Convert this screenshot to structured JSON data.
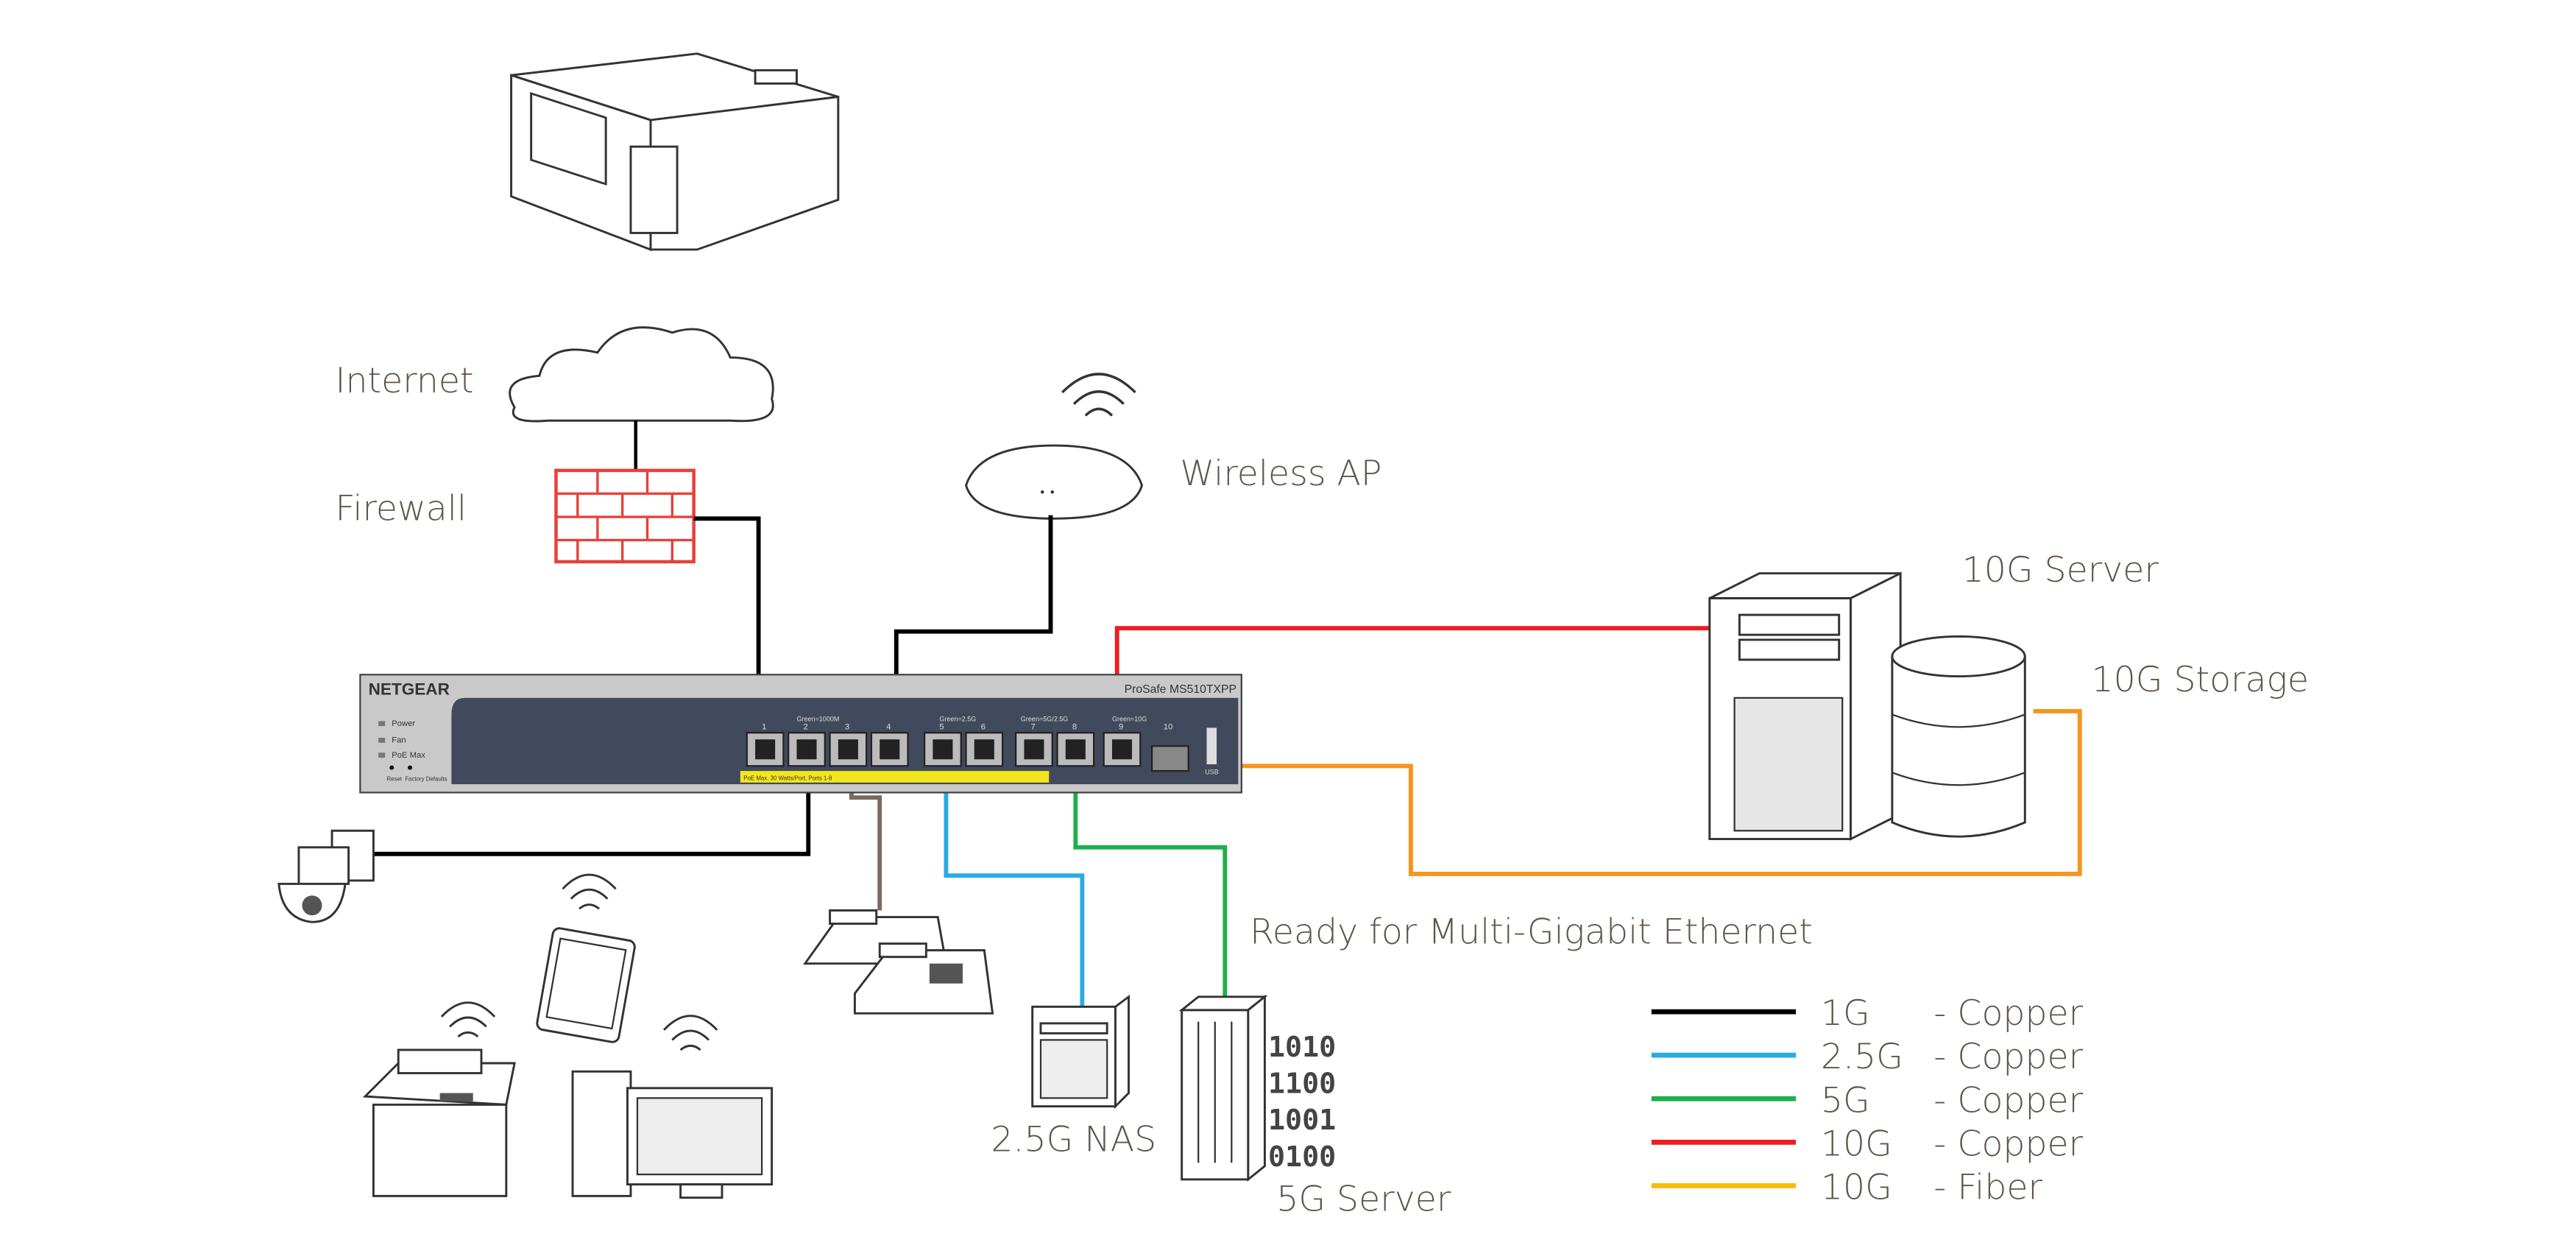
{
  "labels": {
    "internet": "Internet",
    "firewall": "Firewall",
    "wireless_ap": "Wireless AP",
    "server_10g": "10G Server",
    "storage_10g": "10G Storage",
    "multigig": "Ready for Multi-Gigabit Ethernet",
    "nas": "2.5G NAS",
    "server_5g": "5G Server"
  },
  "binary": [
    "1010",
    "1100",
    "1001",
    "0100"
  ],
  "switch": {
    "brand": "NETGEAR",
    "model": "ProSafe MS510TXPP",
    "leds": [
      "Power",
      "Fan",
      "PoE Max"
    ],
    "reset": "Reset",
    "factory": "Factory Defaults",
    "ports": [
      "1",
      "2",
      "3",
      "4",
      "5",
      "6",
      "7",
      "8",
      "9",
      "10"
    ],
    "usb": "USB",
    "group_labels": [
      "Green=1000M",
      "Green=2.5G",
      "Green=5G/2.5G",
      "Green=10G"
    ],
    "poe_strip": "PoE Max. 30 Watts/Port, Ports 1-8"
  },
  "legend": [
    {
      "speed": "1G",
      "medium": "- Copper",
      "color": "#000000"
    },
    {
      "speed": "2.5G",
      "medium": "- Copper",
      "color": "#29abe2"
    },
    {
      "speed": "5G",
      "medium": "- Copper",
      "color": "#1db04b"
    },
    {
      "speed": "10G",
      "medium": "- Copper",
      "color": "#ed1c24"
    },
    {
      "speed": "10G",
      "medium": "- Fiber",
      "color": "#fbbc05"
    }
  ],
  "colors": {
    "fiber_link": "#f7941d",
    "phone_link": "#7a6a5e",
    "text": "#5e554d"
  }
}
